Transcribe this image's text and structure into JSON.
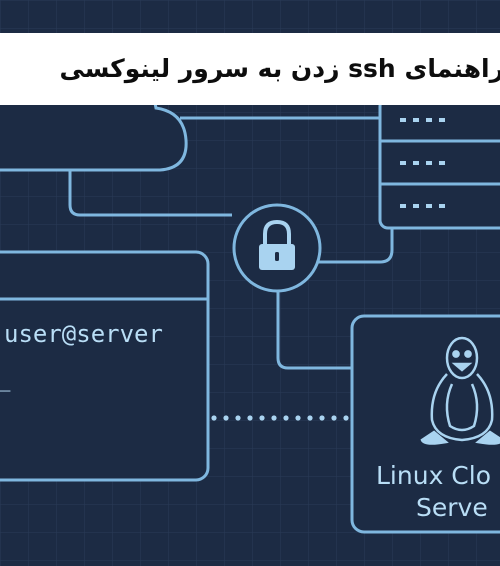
{
  "banner": {
    "title": "راهنمای ssh زدن به سرور لینوکسی"
  },
  "terminal": {
    "prompt_text": "user@server",
    "cursor_glyph": "_"
  },
  "server_card": {
    "label_line1": "Linux Clo",
    "label_line2": "Serve"
  },
  "icons": {
    "cloud": "cloud-icon",
    "server_rack": "server-rack-icon",
    "lock": "lock-icon",
    "penguin": "tux-penguin-icon"
  },
  "colors": {
    "background": "#1c2b44",
    "grid": "#2a3b57",
    "line": "#7fb7df",
    "line_light": "#a9d3f0",
    "text": "#b9def6",
    "banner_bg": "#ffffff",
    "banner_text": "#0d0d0d"
  }
}
